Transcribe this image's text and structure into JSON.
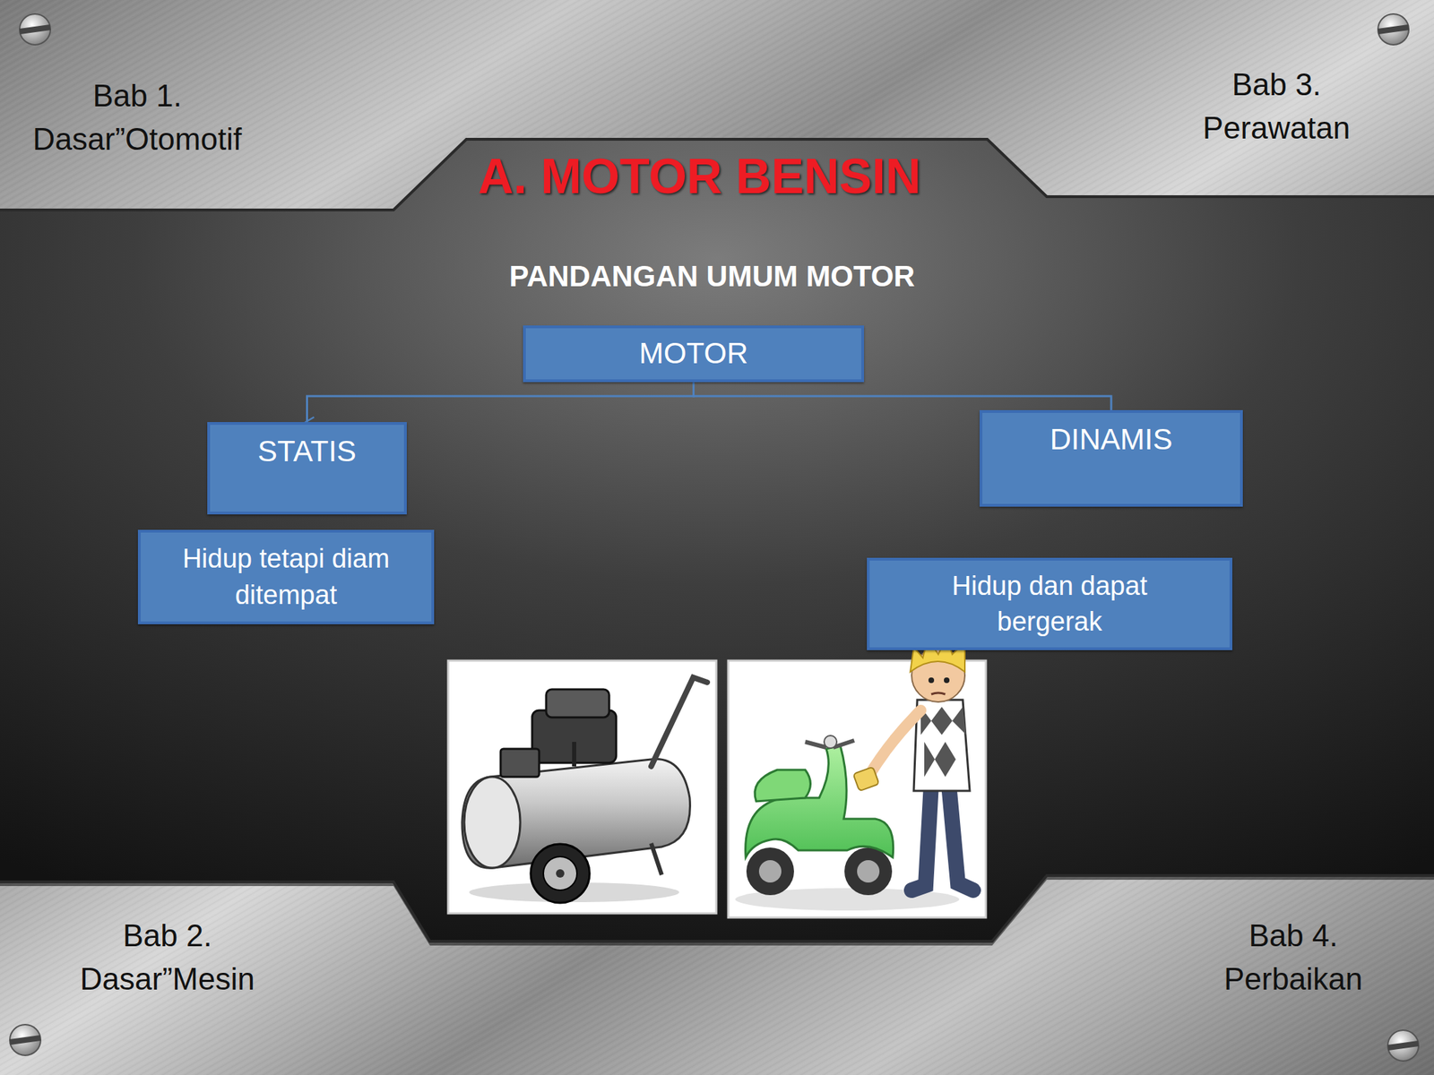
{
  "diagram": {
    "title": "A. MOTOR BENSIN",
    "nodes": [
      {
        "text": [
          "MOTOR"
        ]
      },
      {
        "text": [
          "STATIS"
        ]
      },
      {
        "text": [
          "DINAMIS"
        ]
      },
      {
        "text": [
          "Hidup tetapi diam ditempat"
        ]
      },
      {
        "text": [
          "Hidup dan dapat bergerak"
        ]
      }
    ],
    "edges": [
      {
        "from": 0,
        "to": 1,
        "arrow": "to"
      },
      {
        "from": 0,
        "to": 2,
        "arrow": "none"
      }
    ],
    "labels": [
      "PANDANGAN UMUM MOTOR",
      "Bab 1. Dasar”Otomotif",
      "Bab 3. Perawatan",
      "Bab 2. Dasar”Mesin",
      "Bab 4. Perbaikan"
    ]
  }
}
